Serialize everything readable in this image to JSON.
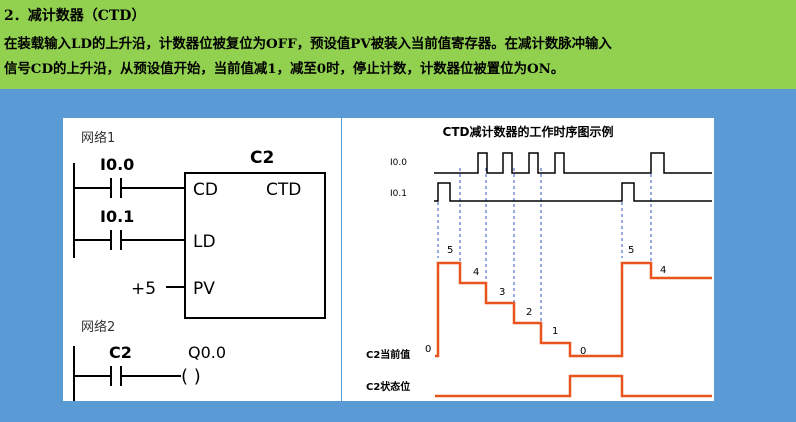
{
  "header": {
    "title": "2．减计数器（CTD）",
    "line1": "在装载输入LD的上升沿，计数器位被复位为OFF，预设值PV被装入当前值寄存器。在减计数脉冲输入",
    "line2": "信号CD的上升沿，从预设值开始，当前值减1，减至0时，停止计数，计数器位被置位为ON。"
  },
  "ladder": {
    "network1": "网络1",
    "contact_cd": "I0.0",
    "contact_ld": "I0.1",
    "counter_name": "C2",
    "counter_type": "CTD",
    "pin_cd": "CD",
    "pin_ld": "LD",
    "pin_pv": "PV",
    "pv_value": "+5",
    "network2": "网络2",
    "contact_c2": "C2",
    "coil": "Q0.0",
    "coil_symbol": "( )"
  },
  "timing": {
    "title": "CTD减计数器的工作时序图示例",
    "label_i00": "I0.0",
    "label_i01": "I0.1",
    "label_value": "C2当前值",
    "label_bit": "C2状态位",
    "values": [
      "0",
      "5",
      "4",
      "3",
      "2",
      "1",
      "0",
      "5",
      "4"
    ],
    "colors": {
      "pulse": "#000000",
      "value_line": "#e8541c",
      "guide": "#3050c0"
    }
  }
}
